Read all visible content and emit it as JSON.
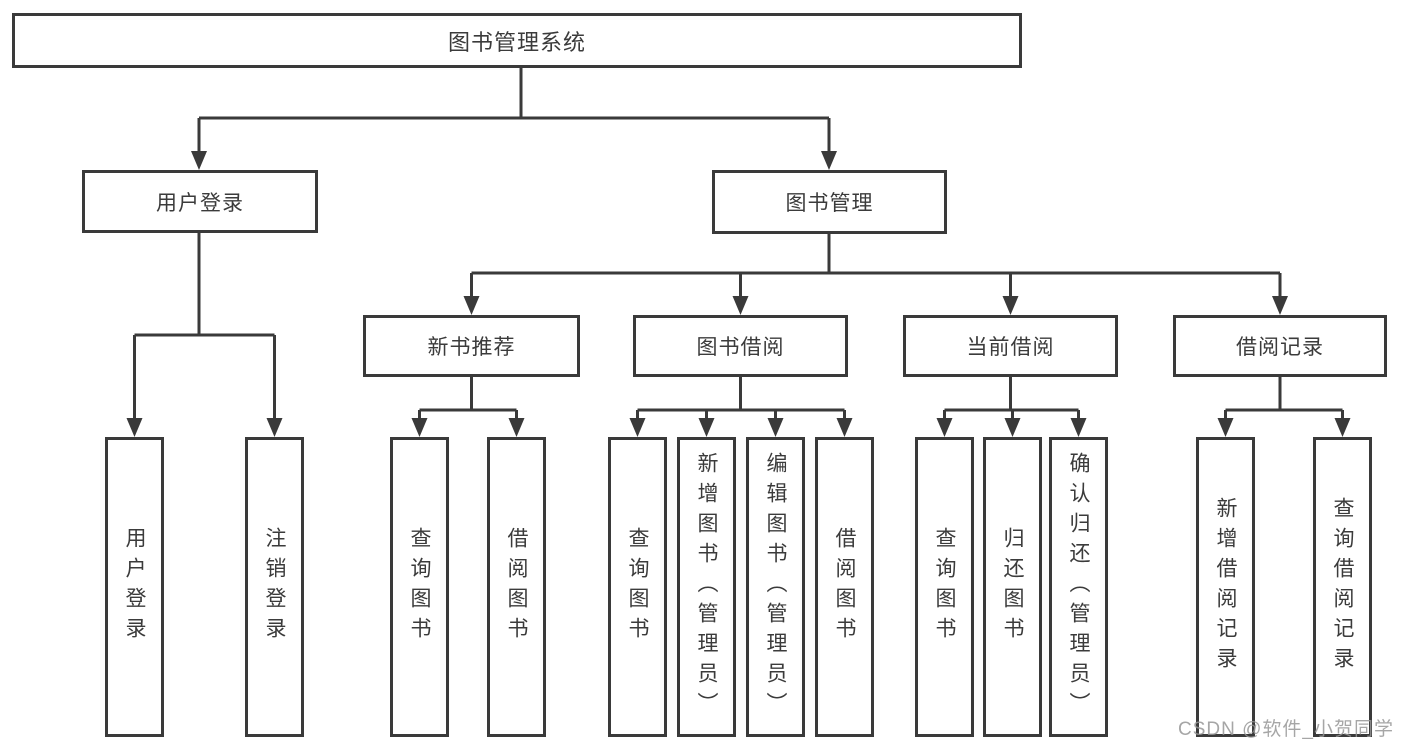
{
  "diagram": {
    "title": "图书管理系统",
    "root": {
      "label": "图书管理系统"
    },
    "level2": [
      {
        "label": "用户登录"
      },
      {
        "label": "图书管理"
      }
    ],
    "level3": [
      {
        "label": "新书推荐",
        "parent": "图书管理"
      },
      {
        "label": "图书借阅",
        "parent": "图书管理"
      },
      {
        "label": "当前借阅",
        "parent": "图书管理"
      },
      {
        "label": "借阅记录",
        "parent": "图书管理"
      }
    ],
    "leaves": [
      {
        "label": "用户登录",
        "parent": "用户登录"
      },
      {
        "label": "注销登录",
        "parent": "用户登录"
      },
      {
        "label": "查询图书",
        "parent": "新书推荐"
      },
      {
        "label": "借阅图书",
        "parent": "新书推荐"
      },
      {
        "label": "查询图书",
        "parent": "图书借阅"
      },
      {
        "label": "新增图书（管理员）",
        "parent": "图书借阅"
      },
      {
        "label": "编辑图书（管理员）",
        "parent": "图书借阅"
      },
      {
        "label": "借阅图书",
        "parent": "图书借阅"
      },
      {
        "label": "查询图书",
        "parent": "当前借阅"
      },
      {
        "label": "归还图书",
        "parent": "当前借阅"
      },
      {
        "label": "确认归还（管理员）",
        "parent": "当前借阅"
      },
      {
        "label": "新增借阅记录",
        "parent": "借阅记录"
      },
      {
        "label": "查询借阅记录",
        "parent": "借阅记录"
      }
    ]
  },
  "watermark": "CSDN @软件_小贺同学",
  "colors": {
    "line": "#3a3a3a",
    "text": "#3b3b3b",
    "background": "#ffffff",
    "watermark": "#969696"
  }
}
